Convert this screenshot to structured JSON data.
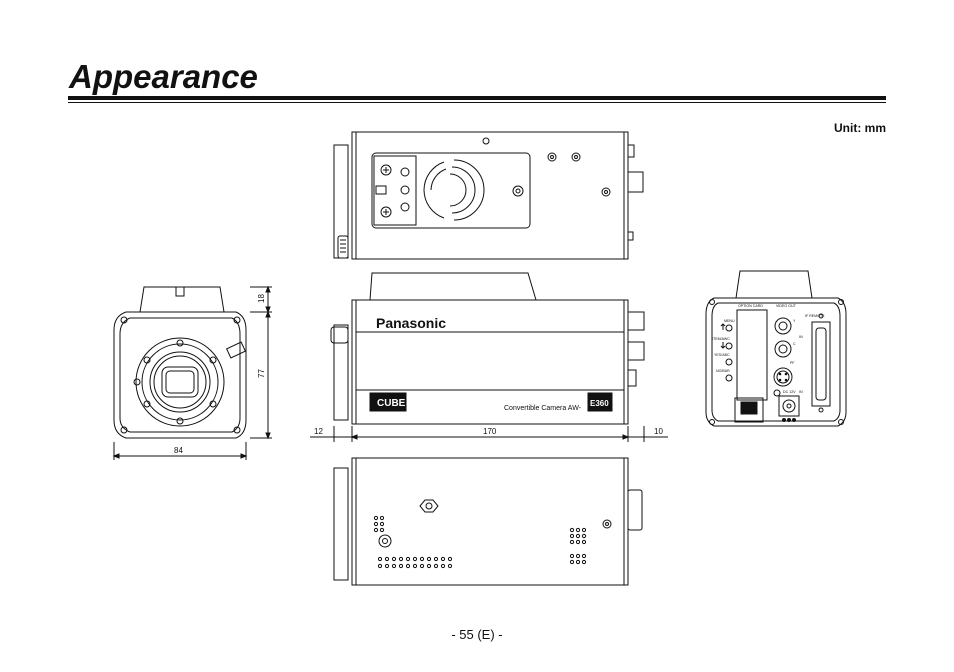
{
  "page": {
    "title": "Appearance",
    "unit_label": "Unit: mm",
    "page_number": "- 55 (E) -"
  },
  "dimensions": {
    "front_width": "84",
    "front_height": "77",
    "front_top": "18",
    "side_lens": "12",
    "side_body": "170",
    "side_rear": "10"
  },
  "camera_label": {
    "brand": "Panasonic",
    "model": "Convertible Camera  AW-",
    "model_badge": "E360",
    "logo_badge": "CUBE"
  },
  "rear_panel": {
    "option_card": "OPTION CARD",
    "video_out": "VIDEO OUT",
    "if_remote": "IF REMOTE",
    "menu": "MENU",
    "item_awc": "ITEM/AWC",
    "yes_abc": "YES/ABC",
    "no_bar": "NO/BAR",
    "dc12v": "DC 12V",
    "y": "Y",
    "c": "C",
    "in": "IN",
    "pf": "PF",
    "vbs": "VBS"
  }
}
